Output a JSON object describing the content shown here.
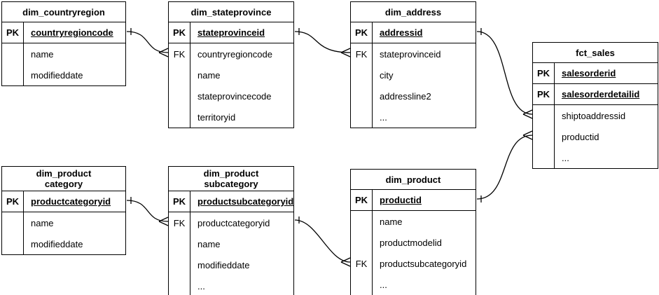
{
  "diagram": {
    "kind": "entity-relationship-diagram",
    "background_color": "#ffffff",
    "line_color": "#000000",
    "text_color": "#000000",
    "tables": [
      {
        "id": "dim_countryregion",
        "title": "dim_countryregion",
        "title_lines": [
          "dim_countryregion"
        ],
        "columns": [
          {
            "key": "PK",
            "name": "countryregioncode"
          },
          {
            "key": "",
            "name": "name"
          },
          {
            "key": "",
            "name": "modifieddate"
          }
        ]
      },
      {
        "id": "dim_stateprovince",
        "title": "dim_stateprovince",
        "title_lines": [
          "dim_stateprovince"
        ],
        "columns": [
          {
            "key": "PK",
            "name": "stateprovinceid"
          },
          {
            "key": "FK",
            "name": "countryregioncode"
          },
          {
            "key": "",
            "name": "name"
          },
          {
            "key": "",
            "name": "stateprovincecode"
          },
          {
            "key": "",
            "name": "territoryid"
          }
        ]
      },
      {
        "id": "dim_address",
        "title": "dim_address",
        "title_lines": [
          "dim_address"
        ],
        "columns": [
          {
            "key": "PK",
            "name": "addressid"
          },
          {
            "key": "FK",
            "name": "stateprovinceid"
          },
          {
            "key": "",
            "name": "city"
          },
          {
            "key": "",
            "name": "addressline2"
          },
          {
            "key": "",
            "name": "..."
          }
        ]
      },
      {
        "id": "fct_sales",
        "title": "fct_sales",
        "title_lines": [
          "fct_sales"
        ],
        "columns": [
          {
            "key": "PK",
            "name": "salesorderid"
          },
          {
            "key": "PK",
            "name": "salesorderdetailid"
          },
          {
            "key": "",
            "name": "shiptoaddressid"
          },
          {
            "key": "",
            "name": "productid"
          },
          {
            "key": "",
            "name": "..."
          }
        ]
      },
      {
        "id": "dim_productcategory",
        "title": "dim_product category",
        "title_lines": [
          "dim_product",
          "category"
        ],
        "columns": [
          {
            "key": "PK",
            "name": "productcategoryid"
          },
          {
            "key": "",
            "name": "name"
          },
          {
            "key": "",
            "name": "modifieddate"
          }
        ]
      },
      {
        "id": "dim_productsubcategory",
        "title": "dim_product subcategory",
        "title_lines": [
          "dim_product",
          "subcategory"
        ],
        "columns": [
          {
            "key": "PK",
            "name": "productsubcategoryid"
          },
          {
            "key": "FK",
            "name": "productcategoryid"
          },
          {
            "key": "",
            "name": "name"
          },
          {
            "key": "",
            "name": "modifieddate"
          },
          {
            "key": "",
            "name": "..."
          }
        ]
      },
      {
        "id": "dim_product",
        "title": "dim_product",
        "title_lines": [
          "dim_product"
        ],
        "columns": [
          {
            "key": "PK",
            "name": "productid"
          },
          {
            "key": "",
            "name": "name"
          },
          {
            "key": "",
            "name": "productmodelid"
          },
          {
            "key": "FK",
            "name": "productsubcategoryid"
          },
          {
            "key": "",
            "name": "..."
          }
        ]
      }
    ],
    "relationships": [
      {
        "from": "dim_countryregion.countryregioncode",
        "to": "dim_stateprovince.countryregioncode",
        "cardinality": "one-to-many"
      },
      {
        "from": "dim_stateprovince.stateprovinceid",
        "to": "dim_address.stateprovinceid",
        "cardinality": "one-to-many"
      },
      {
        "from": "dim_address.addressid",
        "to": "fct_sales.shiptoaddressid",
        "cardinality": "one-to-many"
      },
      {
        "from": "dim_product.productid",
        "to": "fct_sales.productid",
        "cardinality": "one-to-many"
      },
      {
        "from": "dim_productcategory.productcategoryid",
        "to": "dim_productsubcategory.productcategoryid",
        "cardinality": "one-to-many"
      },
      {
        "from": "dim_productsubcategory.productsubcategoryid",
        "to": "dim_product.productsubcategoryid",
        "cardinality": "one-to-many"
      }
    ]
  }
}
